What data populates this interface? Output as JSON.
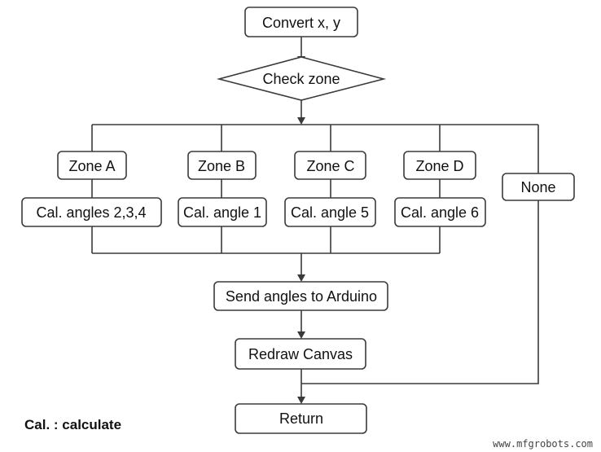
{
  "flowchart": {
    "start": "Convert x, y",
    "decision": "Check zone",
    "zones": [
      "Zone A",
      "Zone B",
      "Zone C",
      "Zone D"
    ],
    "calcs": [
      "Cal. angles 2,3,4",
      "Cal. angle 1",
      "Cal. angle 5",
      "Cal. angle 6"
    ],
    "none_branch": "None",
    "send": "Send angles to Arduino",
    "redraw": "Redraw Canvas",
    "end": "Return"
  },
  "legend": "Cal. : calculate",
  "watermark": "www.mfgrobots.com"
}
